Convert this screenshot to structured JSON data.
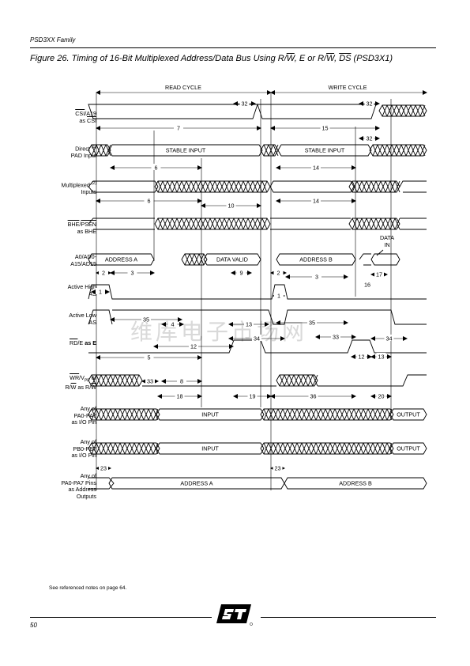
{
  "header": {
    "family": "PSD3XX Family"
  },
  "caption": {
    "prefix": "Figure  26. Timing of 16-Bit Multiplexed Address/Data Bus Using R/",
    "w1": "W",
    "mid1": ", E or R/",
    "w2": "W",
    "mid2": ", ",
    "ds": "DS",
    "suffix": " (PSD3X1)"
  },
  "cycles": {
    "read": "READ CYCLE",
    "write": "WRITE CYCLE"
  },
  "signals": {
    "csi_a": "CSI",
    "csi_b": "/A19",
    "csi_c": "as ",
    "csi_d": "CSI",
    "direct_a": "Direct ",
    "direct_sup": "(1)",
    "direct_b": "PAD Input",
    "mux_a": "Multiplexed ",
    "mux_sup": "(2)",
    "mux_b": "Inputs",
    "bhe_a": "BHE",
    "bhe_b": "/",
    "bhe_c": "PSEN",
    "bhe_d": "as BHE",
    "ad_a": "A0/AD0-",
    "ad_b": "A15/AD15",
    "ash_a": "Active High",
    "ash_b": "AS",
    "asl_a": "Active Low",
    "asl_b": "AS",
    "rde_a": "RD",
    "rde_b": "/E ",
    "rde_c": "as E",
    "wr_a": "WR",
    "wr_b": "/V",
    "wr_c": "PP",
    "wr_d": " or",
    "wr_e": "R/",
    "wr_f": "W",
    "wr_g": " as R/",
    "wr_h": "W",
    "pa_a": "Any of",
    "pa_b": "PA0-PA7",
    "pa_c": "as I/O Pin",
    "pb_a": "Any of",
    "pb_b": "PB0-PB7",
    "pb_c": "as I/O Pin",
    "pao_a": "Any of",
    "pao_b": "PA0-PA7 Pins",
    "pao_c": "as Address",
    "pao_d": "Outputs"
  },
  "waveform_labels": {
    "stable_input": "STABLE INPUT",
    "address_a": "ADDRESS A",
    "address_b": "ADDRESS B",
    "data_valid": "DATA VALID",
    "data_in_1": "DATA",
    "data_in_2": "IN",
    "input": "INPUT",
    "output": "OUTPUT"
  },
  "timing_params": {
    "t1": "1",
    "t2": "2",
    "t3": "3",
    "t4": "4",
    "t5": "5",
    "t6": "6",
    "t7": "7",
    "t8": "8",
    "t9": "9",
    "t10": "10",
    "t12": "12",
    "t13": "13",
    "t14": "14",
    "t15": "15",
    "t16": "16",
    "t17": "17",
    "t18": "18",
    "t19": "19",
    "t20": "20",
    "t23": "23",
    "t32": "32",
    "t33": "33",
    "t34": "34",
    "t35": "35",
    "t36": "36"
  },
  "footnote": "See referenced notes on page 64.",
  "page_number": "50",
  "watermark": "维库电子市场网"
}
